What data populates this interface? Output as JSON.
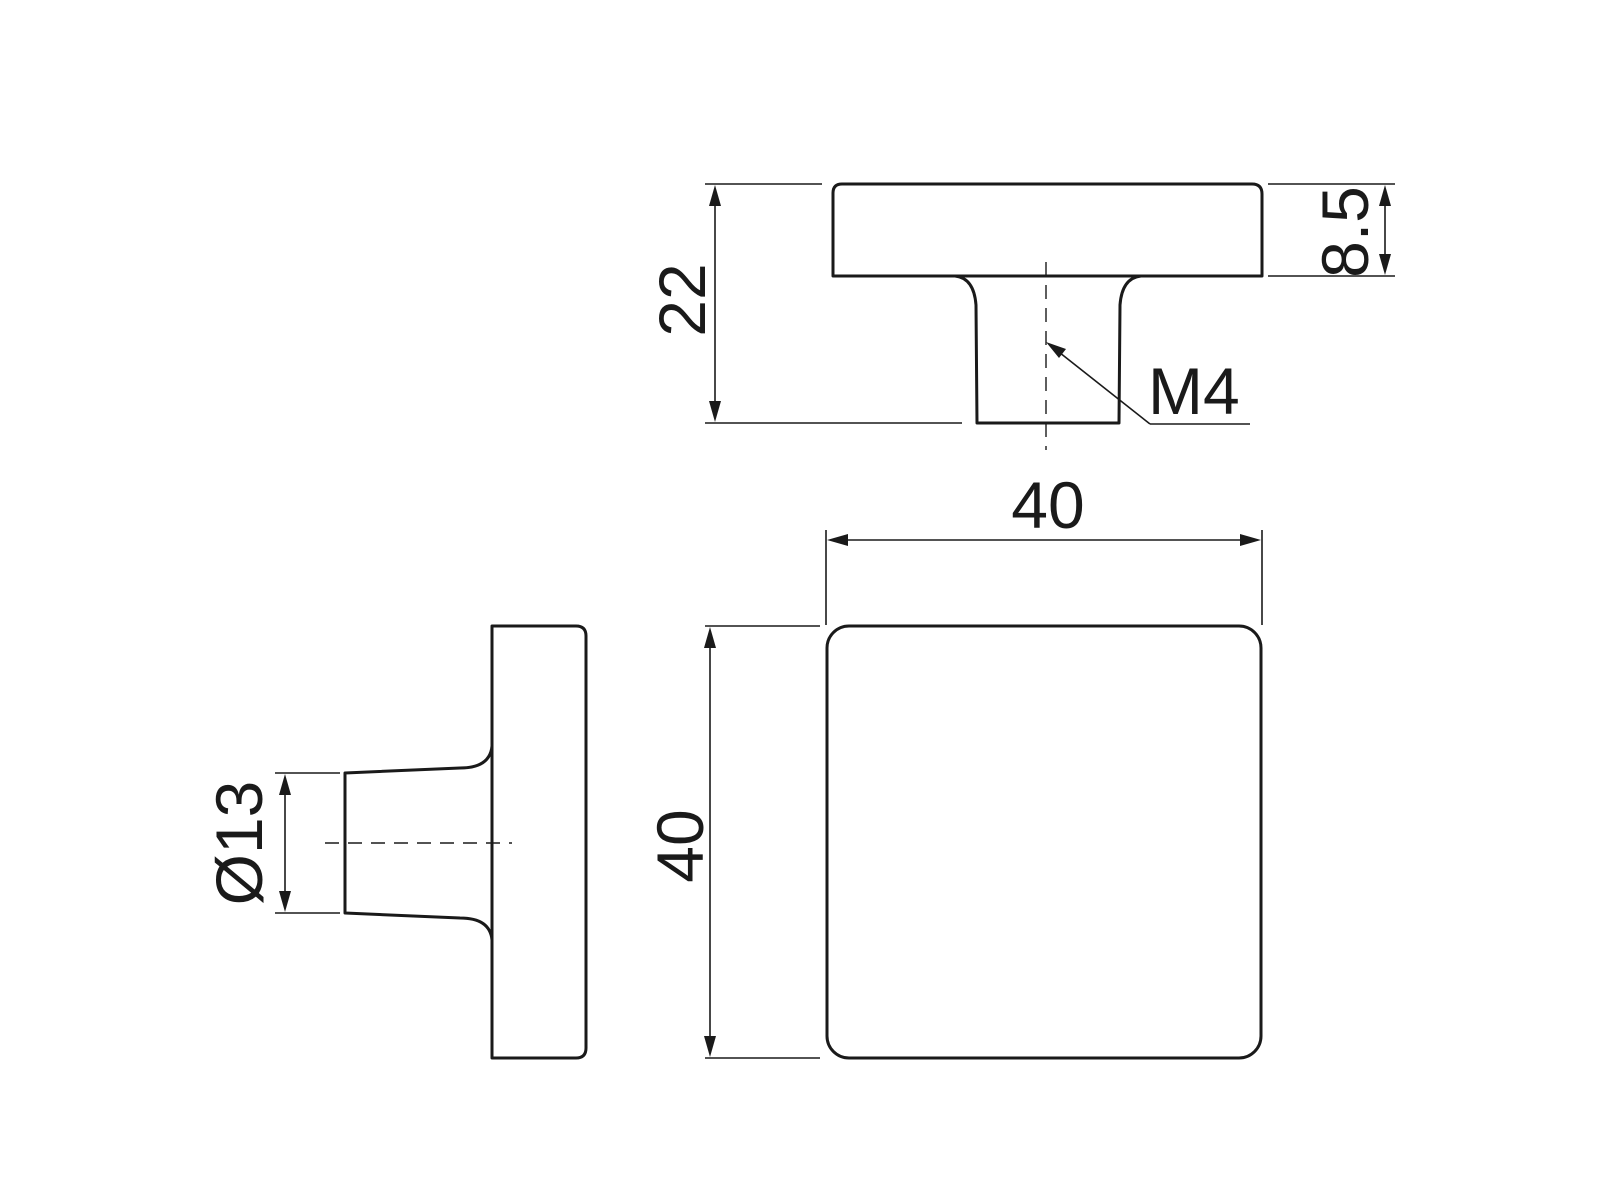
{
  "drawing": {
    "dimensions": {
      "total_height": "22",
      "head_thickness": "8.5",
      "thread": "M4",
      "width_top": "40",
      "height_front": "40",
      "base_diameter": "Ø13"
    },
    "colors": {
      "line": "#1a1a1a",
      "background": "#ffffff"
    }
  }
}
